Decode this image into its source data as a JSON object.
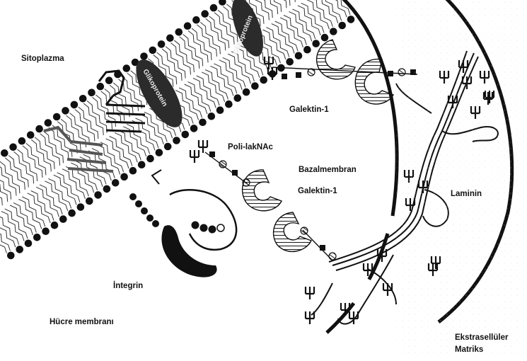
{
  "labels": {
    "sitoplazma": "Sitoplazma",
    "glikoprotein_upper": "Glikoprotein",
    "glikoprotein_lower": "Glikoprotein",
    "galektin_1_top": "Galektin-1",
    "poli_laknac": "Poli-lakNAc",
    "bazalmembran": "Bazalmembran",
    "galektin_1_middle": "Galektin-1",
    "laminin": "Laminin",
    "integrin": "İntegrin",
    "hucre_membrani": "Hücre membranı",
    "ekstrasellular_line1": "Ekstrasellüler",
    "ekstrasellular_line2": "Matriks"
  }
}
